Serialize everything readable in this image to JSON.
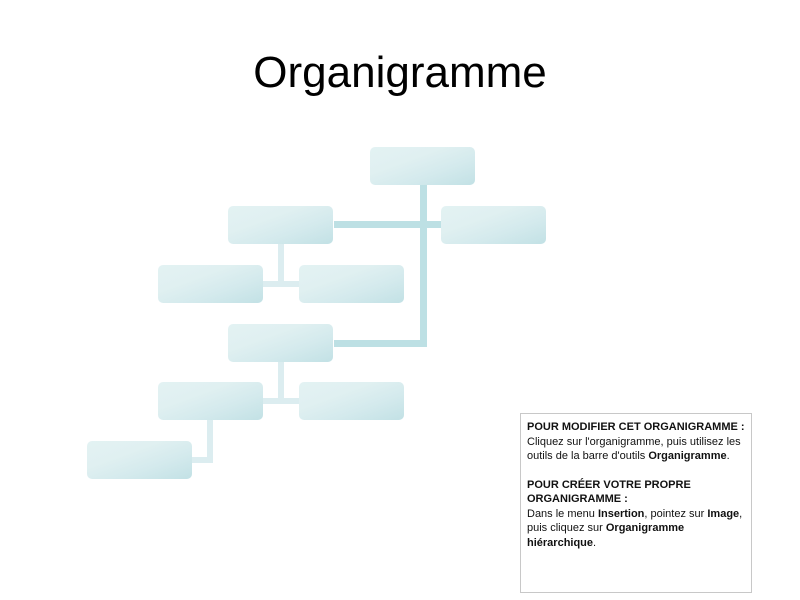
{
  "title": "Organigramme",
  "colors": {
    "main_connector": "#bde0e4",
    "sub_connector": "#dcedf0",
    "node": "#d4eaed"
  },
  "note": {
    "section1": {
      "heading": "POUR MODIFIER CET ORGANIGRAMME :",
      "text1": "Cliquez sur l'organigramme, puis utilisez les outils de la barre d'outils ",
      "bold1": "Organigramme",
      "end": "."
    },
    "section2": {
      "heading": "POUR CRÉER VOTRE PROPRE ORGANIGRAMME :",
      "text1": "Dans le menu ",
      "bold1": "Insertion",
      "text2": ", pointez sur ",
      "bold2": "Image",
      "text3": ", puis cliquez sur ",
      "bold3": "Organigramme hiérarchique",
      "end": "."
    }
  }
}
